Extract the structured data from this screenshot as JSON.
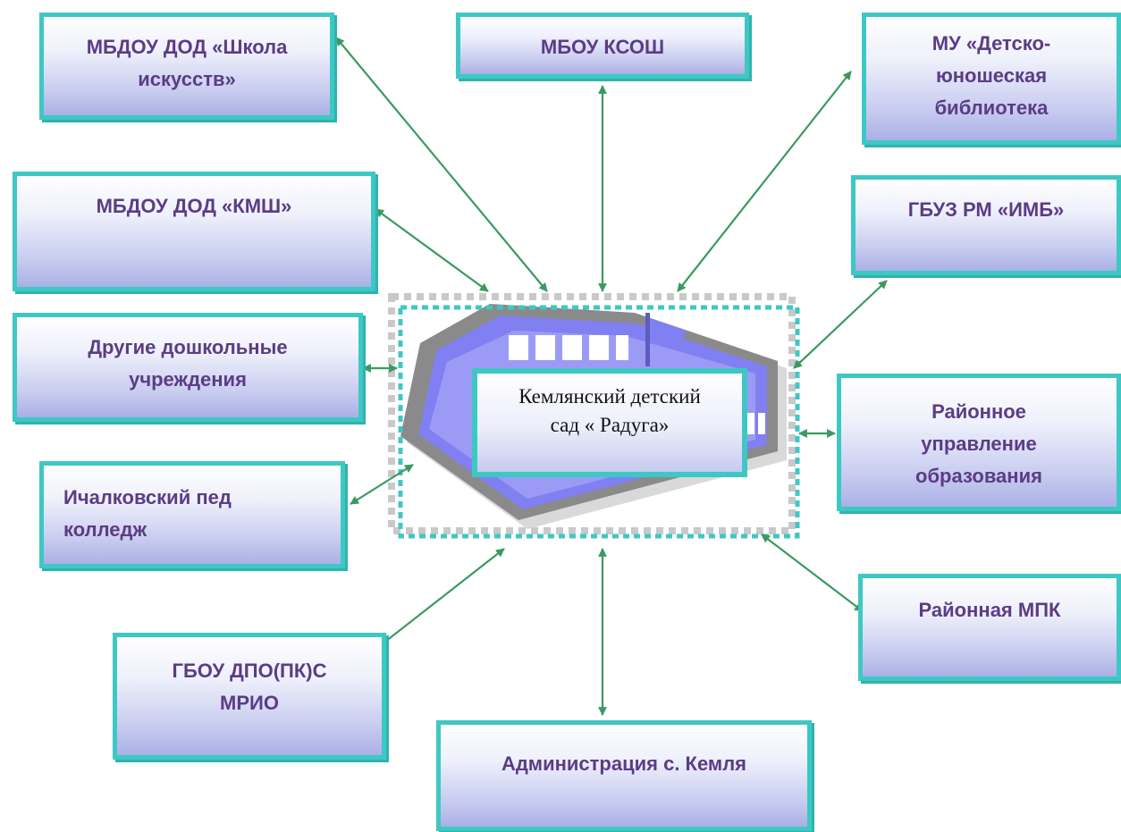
{
  "center": {
    "line1": "Кемлянский детский",
    "line2": "сад « Радуга»"
  },
  "boxes": {
    "school_arts": [
      "МБДОУ ДОД «Школа",
      "искусств»"
    ],
    "mbou_ksosh": [
      "МБОУ КСОШ"
    ],
    "library": [
      "МУ «Детско-",
      "юношеская",
      "библиотека"
    ],
    "kmsh": [
      "МБДОУ ДОД «КМШ»"
    ],
    "hospital": [
      "ГБУЗ РМ «ИМБ»"
    ],
    "other_preschools": [
      "Другие дошкольные",
      "учреждения"
    ],
    "education_dept": [
      "Районное",
      "управление",
      "образования"
    ],
    "college": [
      "Ичалковский пед",
      "колледж"
    ],
    "mpk": [
      "Районная МПК"
    ],
    "mrio": [
      "ГБОУ ДПО(ПК)С",
      "МРИО"
    ],
    "administration": [
      "Администрация с. Кемля"
    ]
  },
  "colors": {
    "box_border": "#3ec8c3",
    "box_text": "#5b3c86",
    "arrow": "#3a9a5f",
    "building": "#8080f2"
  }
}
